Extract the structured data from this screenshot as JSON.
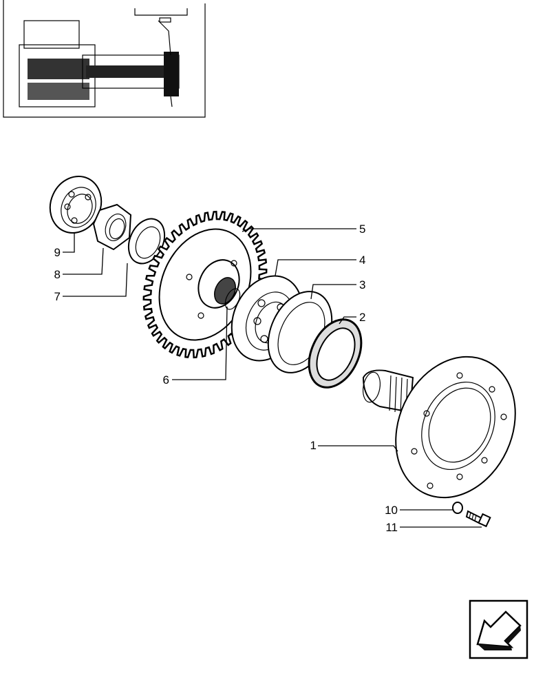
{
  "parts": [
    {
      "number": "1"
    },
    {
      "number": "2"
    },
    {
      "number": "3"
    },
    {
      "number": "4"
    },
    {
      "number": "5"
    },
    {
      "number": "6"
    },
    {
      "number": "7"
    },
    {
      "number": "8"
    },
    {
      "number": "9"
    },
    {
      "number": "10"
    },
    {
      "number": "11"
    }
  ],
  "icons": {
    "locator": "transmission-locator-thumbnail-icon",
    "navigation": "back-arrow-icon"
  },
  "colors": {
    "ink": "#000000",
    "background": "#ffffff"
  }
}
